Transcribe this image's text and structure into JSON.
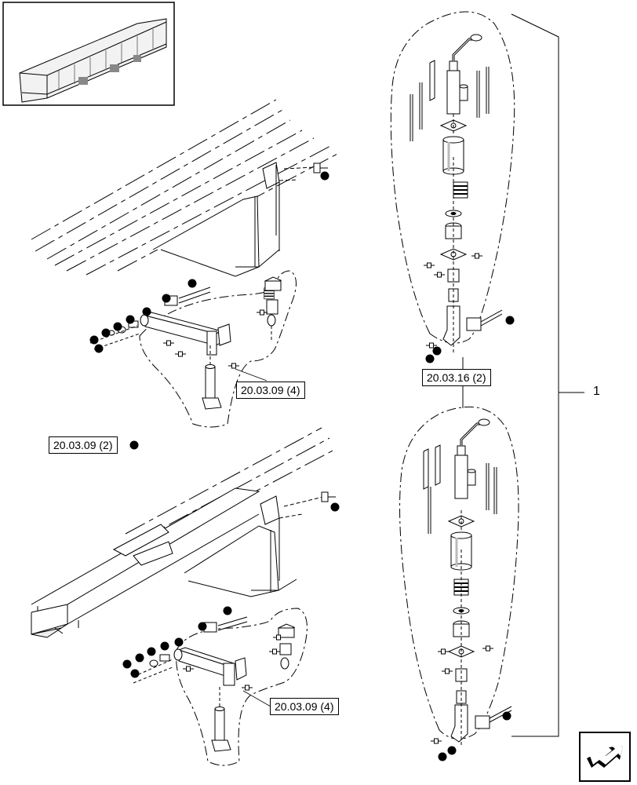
{
  "diagram": {
    "callouts": [
      {
        "id": "ref-top",
        "text": "20.03.09 (4)"
      },
      {
        "id": "ref-left",
        "text": "20.03.09 (2)"
      },
      {
        "id": "ref-bottom",
        "text": "20.03.09 (4)"
      },
      {
        "id": "ref-right",
        "text": "20.03.16 (2)"
      }
    ],
    "item_number": "1"
  },
  "colors": {
    "line": "#000000",
    "fill": "#ffffff",
    "shade": "#e6e6e6"
  },
  "icons": {
    "nav": "next-page-arrow-icon",
    "thumbnail": "header-thumbnail-icon"
  }
}
